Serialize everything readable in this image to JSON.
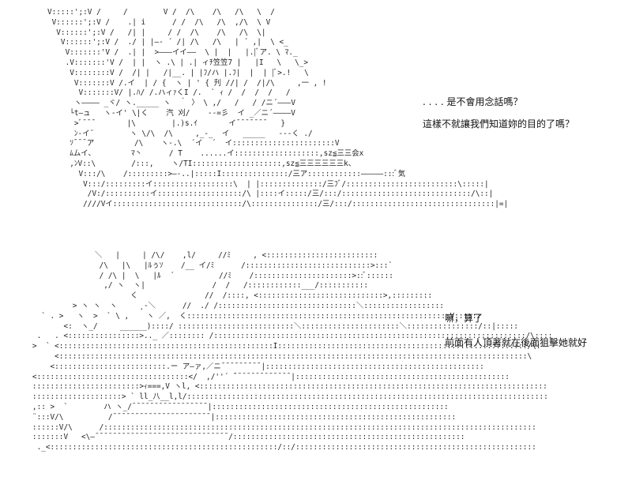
{
  "scene_top": {
    "ascii_art": "V:::::';:V /     /        V /  /\\    /\\   /\\   \\  /\n V::::::';:V /    .| i      / /  /\\   /\\  ,/\\  \\ V\n  V::::::';:V /   /| |     / /  /\\    /\\   /\\  \\|\n   V::::::';:V /  ./ | |—‐ ´ /| /\\   /\\   | ´ ,|  \\ <_\n    V:::::::'V /  .| |  >―――イイ――  \\ |  |   |.|ﾞア. \\ ﾏ._\n    .V:::::::'V /  | |  ヽ .\\ | .| ィﾁ笠笠7 |   |I   \\   \\_>\n     V::::::::V /  /| |   /|__. | |ﾌ/ハ |.ﾌ|  |  | |ﾞ>.!   \\\n      V:::::::V /.イ  | / {  ヽ | ' { 刋 //| /  /|/\\     ,一 , !\n       V:::::::V/ |.ﾊ/ /.ハィｧくI /.  ` ｨ /  /  /  /   /\n      ヽ―――― _ヾ/ ヽ._____ ヽ  ｀ 〉 \\ ,/   /   / /ニ´―――V\n     └t―ュ   ヽ-イ' \\|く    汽 刈/    --=彡  イ _／ニ´――――V\n      >ﾞ¯¯¯       |\\        |.)s.ｲ       イ¯¯¯¯¯¯¯   }\n      ﾝ-イ¨        ヽ \\/\\  /\\     ,_-_  イ   _____   ---く ./\n     ｿ¯¯¯ア         /\\    ヽ-.\\  ´イ  ´  イ:::::::::::::::::::::::V\n     ﾑムイ、        ﾏ丶      / T    ......イ:::::::::::::::::::,sz≦三三会x\n     ,ﾝV::\\        /:::,    ヽ/TI::::::::::::::::::::,sz≦三三三三三三k、\n       V:::/\\    /:::::::::>―-..|:::::I:::::::::::::::/三ア::::::::::::―――――:::ﾞ気\n        V:::/:::::::::イ::::::::::::::::::\\  | |::::::::::::::/三ﾌﾞ/:::::::::::::::::::::::::\\:::::|\n         /V:/::::::::::イ:::::::::::::::::::/\\ |::::イ:::::/三/:::/:::::::::::::::::::::::::::::/\\::|\n        ////Vイ:::::::::::::::::::::::::::::/\\:::::::::::::::/三/:::/::::::::::::::::::::::::::::::::|=|"
  },
  "caption_top_1": ". . . . 是不會用念話嗎？",
  "caption_top_2": "這樣不就讓我們知道妳的目的了嗎？",
  "scene_bottom": {
    "ascii_art": "                 ＼   |     | /\\/    ,l/     //ﾐ     , <:::::::::::::::::::::::::\n                  /\\   |\\   |ﾙぅｿ    /__ イ/ﾐ      /::::::::::::::::::::::::::::>:::`\n                  / /\\ |  \\   |ﾙ  ´          //ﾐ    /::::::::::::::::::::::>::ﾞ::::::\n                   ,/ ヽ  ヽ|               /  /   /::::::::::::___/:::::::::::\n                         く               //  /::::, <::::::::::::::::::::::::::::>,:::::::::\n            > ヽ ヽ  ヽ     ¸-＼      //  ./ /:::::::::::::::::::::::::::::::＼::::::::::::::::::\n     ` . >   ヽ  >  ` \\ ,    ヽ ／,  く:::::::::::::::::::::::::::::::::::::::::::::::::::::::::::V::::::\n          <:  ヽ_/     ______)::::/ ::::::::::::::::::::::::::＼::::::::::::::::::::::＼::::::::::::::::/::|:::::\n    .   . <::::::::::::::::>.._ ／:::::::: /::::::::::::::::::::::::::::::::::::::::::::::::::::::::::::::::::::::/\\::::\n   >  ` <::::::::::::::::::::::::::::::::::::::::::::::::I::::::::::::::::::::::::::::::::::::::::::::::::::::::::/\\:\n        <:::::::::::::::::::::::::::::::::::::::::::::::::::::::::::::::::::::::::::::::::::::::::::::::::::::::::\\\n       <:::::::::::::::::::::::::.ー ア―ァ,／ニ¯¯¯¯¯¯¯¯¯|:::::::::::::::::::::::::::::::::::::::::::::::::\n   <::::::::::::::::::::::::::::::::::</  ,/''´ ̄¯¯¯¯¯¯¯¯¯¯¯¯¯|::::::::::::::::::::::::::::::::::::::::::::::::\n   ::::::::::::::::::::::::>ｨ===,V ヽl, <::::::::::::::::::::::::::::::::::::::::::::::::::::::::::::::::::::::::::::::\n   ::::::::::::::::::::> ` ll_八__l,l/:::::::::::::::::::::::::::::::::::::::::::::::::::::::::::::::::::::::::::::::::\n   ,:: >  `        ハ ヽ_/¯¯¯¯¯¯¯¯¯¯¯¯¯¯¯¯¯|:::::::::::::::::::::::::::::::::::::::::::::::::::::\n   ¨:::V/\\          /¯¯¯¯¯¯¯¯¯¯¯¯¯¯¯¯¯¯¯¯¯¯|::::::::::::::::::::::::::::::::::::::::::::::::::::::\n   ::::::V/\\      /:::::::::::::::::::::::::::::::::::::::::::::::::::::::::::::::::::::::::::::::::::::::::::::::::\n   :::::::V   <\\―¯¯¯¯¯¯¯¯¯¯¯¯¯¯¯¯¯¯¯¯¯¯¯¯¯¯¯¯¯¯/::::::::::::::::::::::::::::::::::::::::::::::::::::\n    ._<:::::::::::::::::::::::::::::::::::::::::::::::::::/::/::::::::::::::::::::::::::::::::::::::::::::::::::::::"
  },
  "caption_bottom_1": "嘛，算了",
  "caption_bottom_2": "前面有人頂著就在後面狙擊她就好"
}
